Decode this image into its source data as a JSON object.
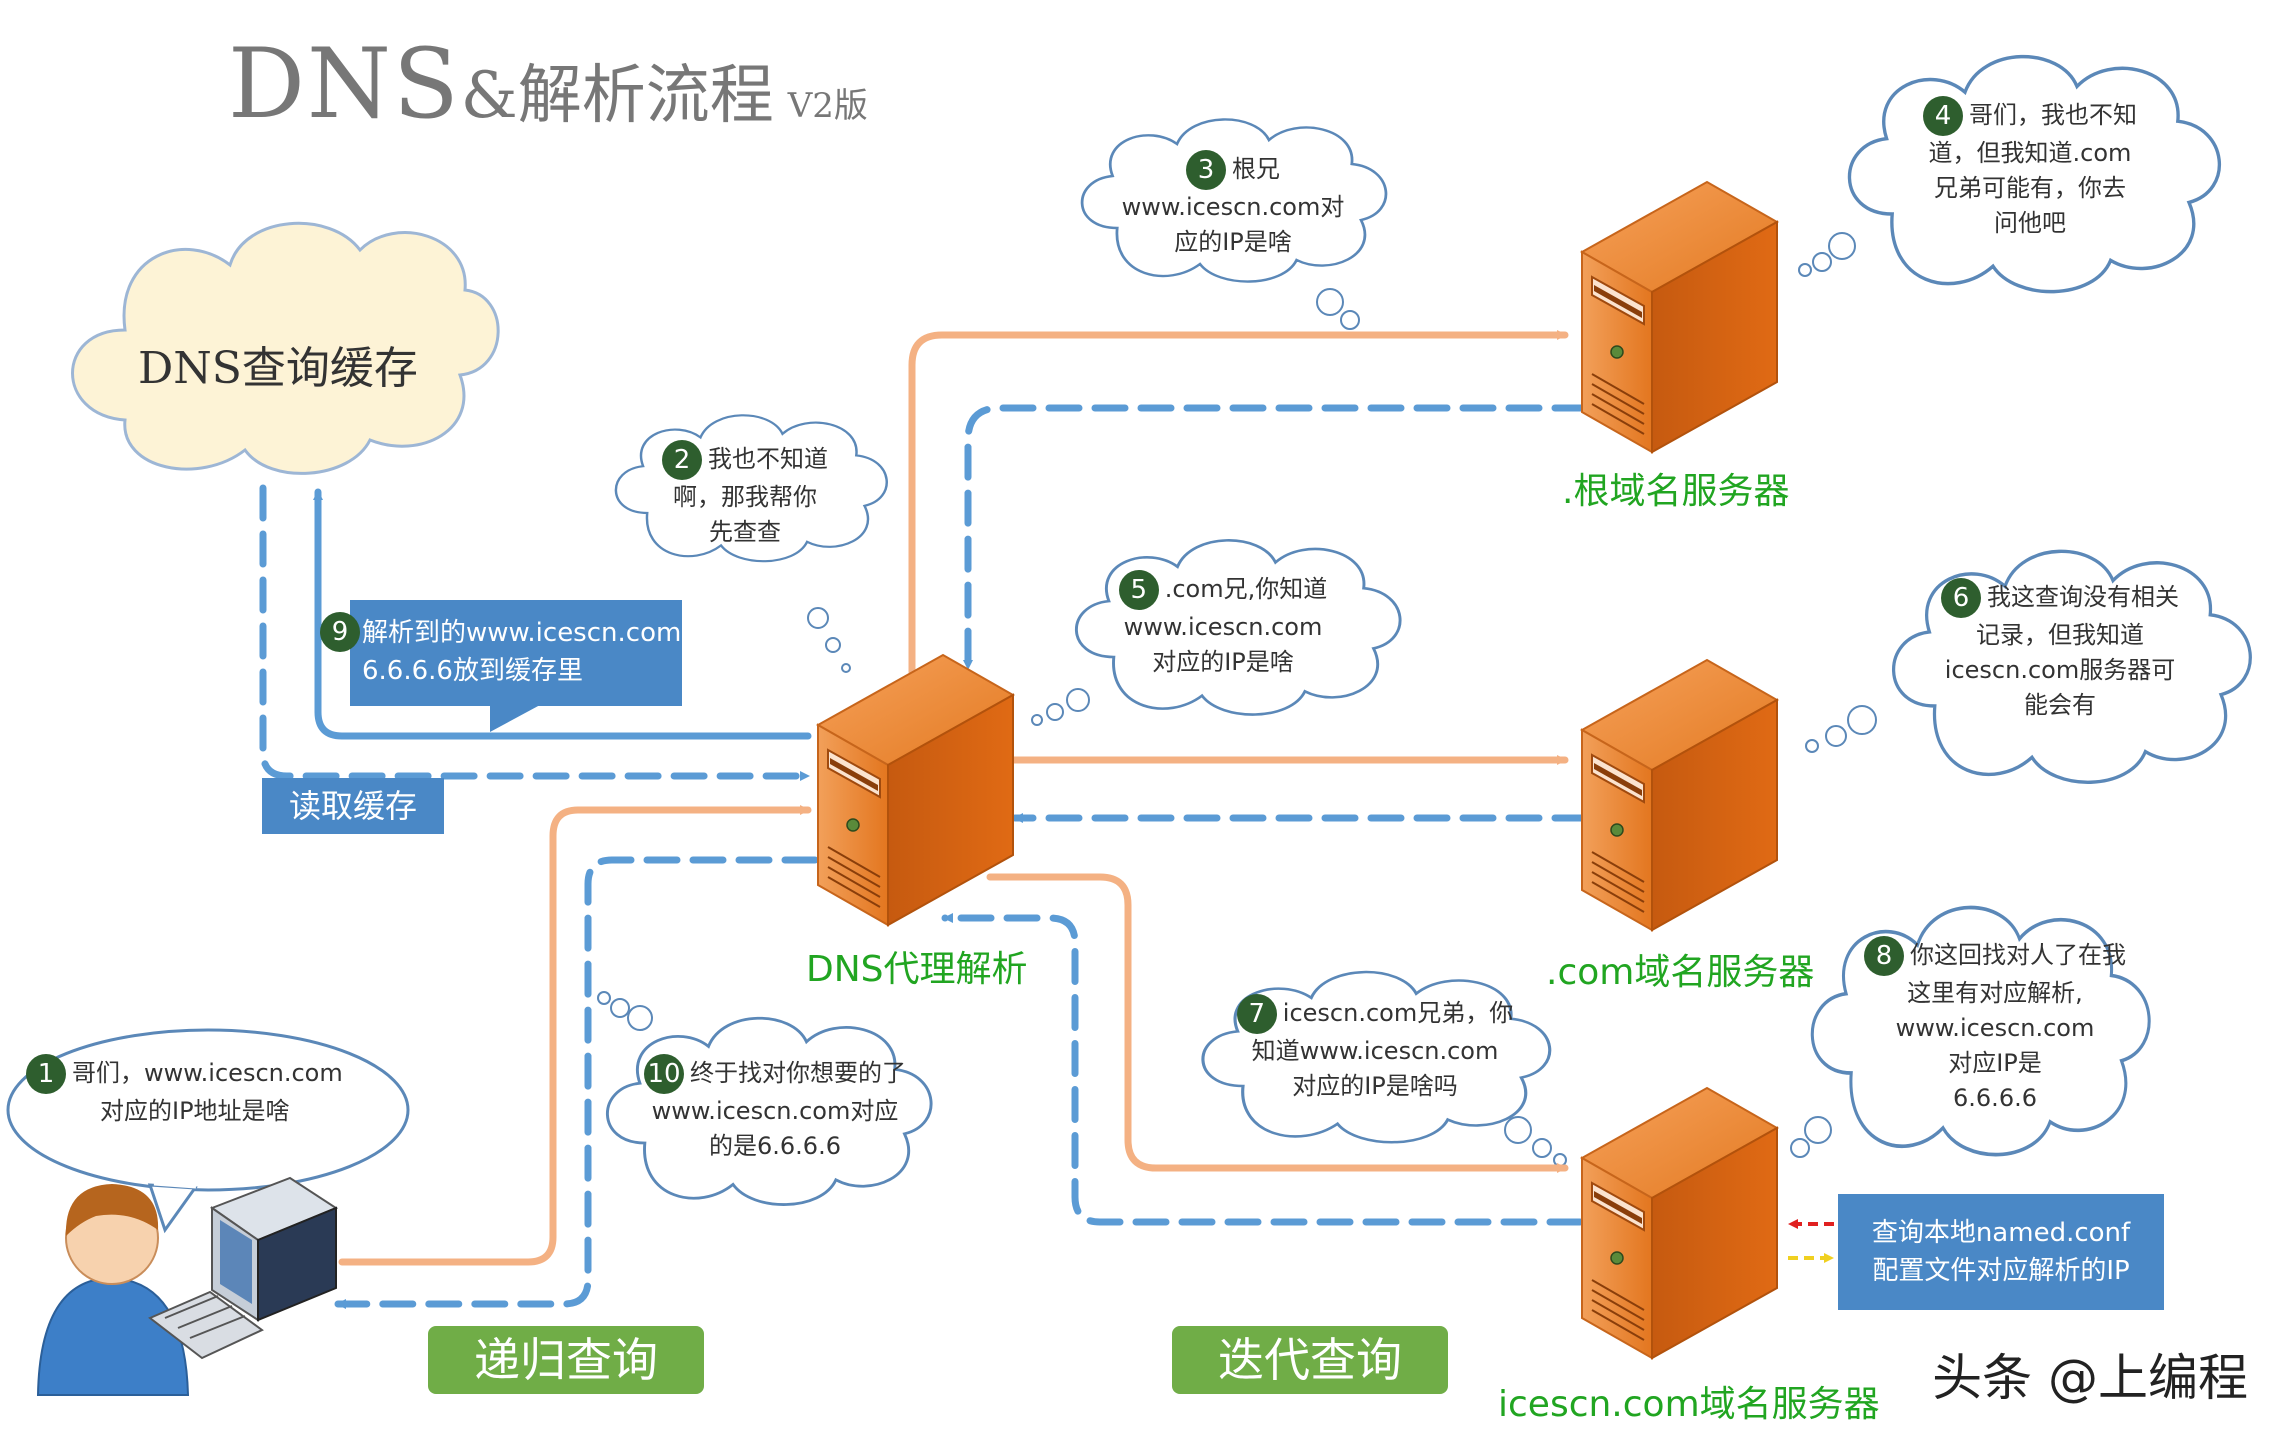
{
  "title": {
    "main": "DNS",
    "amp": "&解析流程",
    "version": "V2版"
  },
  "cache": {
    "label": "DNS查询缓存"
  },
  "labels": {
    "root": ".根域名服务器",
    "com": ".com域名服务器",
    "icescn": "icescn.com域名服务器",
    "proxy": "DNS代理解析",
    "recursive": "递归查询",
    "iterative": "迭代查询",
    "read_cache": "读取缓存"
  },
  "steps": [
    {
      "n": "1",
      "lines": [
        "哥们，www.icescn.com",
        "对应的IP地址是啥"
      ]
    },
    {
      "n": "2",
      "lines": [
        "我也不知道",
        "啊，那我帮你",
        "先查查"
      ]
    },
    {
      "n": "3",
      "lines": [
        "根兄",
        "www.icescn.com对",
        "应的IP是啥"
      ]
    },
    {
      "n": "4",
      "lines": [
        "哥们，我也不知",
        "道，但我知道.com",
        "兄弟可能有，你去",
        "问他吧"
      ]
    },
    {
      "n": "5",
      "lines": [
        ".com兄,你知道",
        "www.icescn.com",
        "对应的IP是啥"
      ]
    },
    {
      "n": "6",
      "lines": [
        "我这查询没有相关",
        "记录，但我知道",
        "icescn.com服务器可",
        "能会有"
      ]
    },
    {
      "n": "7",
      "lines": [
        "icescn.com兄弟，你",
        "知道www.icescn.com",
        "对应的IP是啥吗"
      ]
    },
    {
      "n": "8",
      "lines": [
        "你这回找对人了在我",
        "这里有对应解析,",
        "www.icescn.com",
        "对应IP是",
        "6.6.6.6"
      ]
    },
    {
      "n": "9",
      "lines": [
        "解析到的www.icescn.com",
        "6.6.6.6放到缓存里"
      ]
    },
    {
      "n": "10",
      "lines": [
        "终于找对你想要的了",
        "www.icescn.com对应",
        "的是6.6.6.6"
      ]
    }
  ],
  "named_conf": {
    "lines": [
      "查询本地named.conf",
      "配置文件对应解析的IP"
    ]
  },
  "watermark": "头条 @上编程",
  "colors": {
    "request": "#f4b183",
    "response": "#5b9bd5",
    "server": "#e36c09",
    "label_green": "#21a521",
    "button_green": "#70ad47",
    "box_blue": "#4a88c6"
  }
}
